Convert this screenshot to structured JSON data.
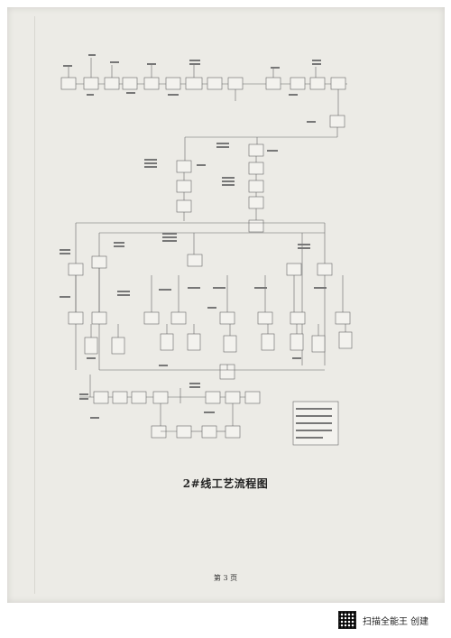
{
  "document": {
    "caption": "2#线工艺流程图",
    "page_label": "第 3 页"
  },
  "legend": {
    "lines": [
      "W1、…",
      "W2、…",
      "W3、…"
    ]
  },
  "watermark": {
    "icon": "qr-code-icon",
    "text": "扫描全能王 创建"
  }
}
